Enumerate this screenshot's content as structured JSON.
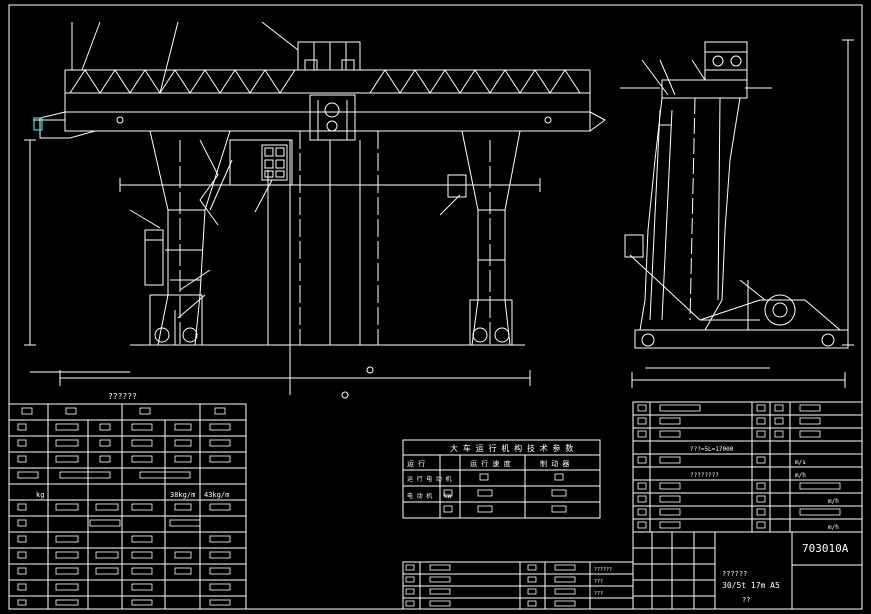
{
  "colors": {
    "background": "#000000",
    "line": "#ffffff",
    "accent": "#3fd6d6"
  },
  "labels": {
    "elevation_table_title": "??????",
    "center_table_title": "大 车 运 行 机 构 技 术 参 数",
    "center_header_a": "运 行",
    "center_header_b": "运 行 速 度",
    "center_header_c": "制 动 器",
    "center_row_a": "运 行 电 动 机",
    "center_row_b": "电 动 机",
    "center_unit": "kW",
    "left_unit_kg": "kg",
    "left_load_a": "38kg/m",
    "left_load_b": "43kg/m",
    "param_length": "???=5L=17000",
    "param_row": "????????",
    "right_unit_a": "m/s",
    "right_unit_b": "m/h",
    "right_mass": "m/h",
    "right_span": "m/h",
    "drawing_number": "703010A",
    "model_line1": "??????",
    "model_line2": "30/5t  17m  A5",
    "model_line3": "??",
    "bottom_a": "??????",
    "bottom_b": "???",
    "bottom_c": "???"
  }
}
